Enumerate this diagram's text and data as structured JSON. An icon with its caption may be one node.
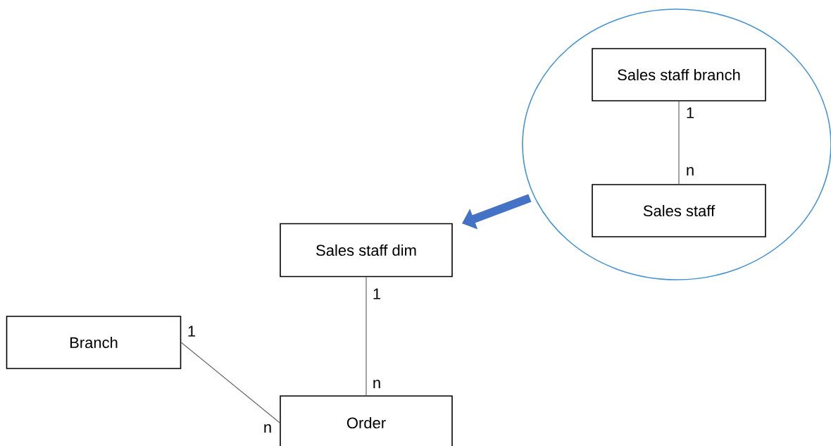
{
  "diagram": {
    "nodes": [
      {
        "text": [],
        "shape": "circle"
      },
      {
        "text": [
          "Sales staff branch"
        ],
        "in": 0
      },
      {
        "text": [
          "Sales staff"
        ],
        "in": 0
      },
      {
        "text": [
          "Sales staff dim"
        ]
      },
      {
        "text": [
          "Branch"
        ]
      },
      {
        "text": [
          "Order"
        ]
      }
    ],
    "edges": [
      {
        "from": 1,
        "to": 2,
        "arrow": "none"
      },
      {
        "from": 3,
        "to": 5,
        "arrow": "none"
      },
      {
        "from": 4,
        "to": 5,
        "arrow": "none"
      },
      {
        "from": 0,
        "to": 3,
        "arrow": "to",
        "style": "thick",
        "color": "#4472c4"
      }
    ],
    "labels": [
      "1",
      "n",
      "1",
      "1",
      "n",
      "n"
    ]
  }
}
